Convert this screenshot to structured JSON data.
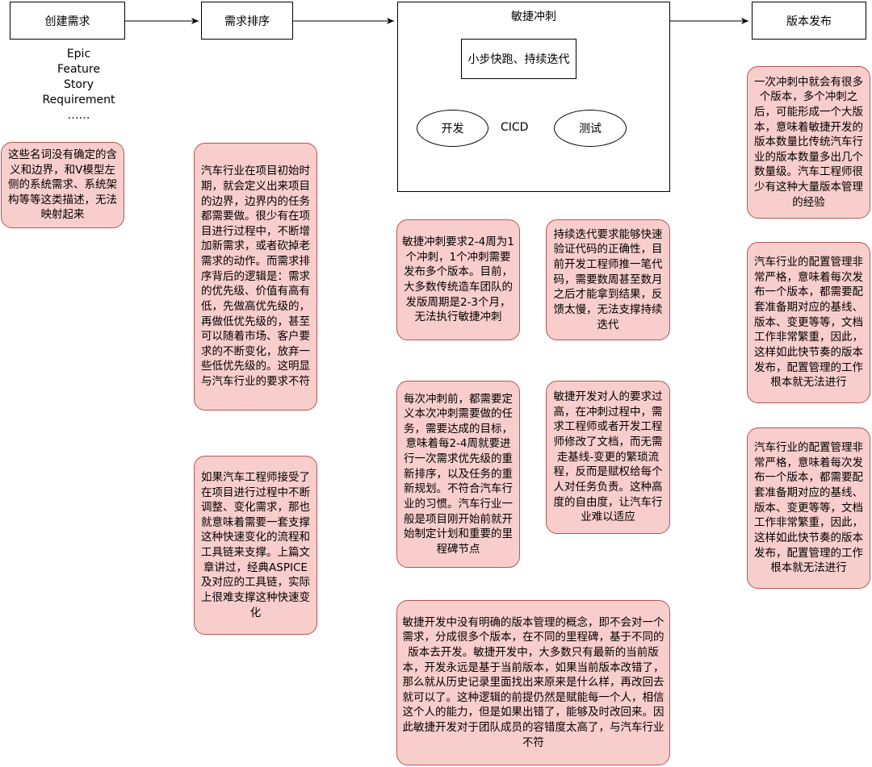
{
  "stages": {
    "create": "创建需求",
    "sort": "需求排序",
    "agile": "敏捷冲刺",
    "release": "版本发布"
  },
  "agile_inner": {
    "motto": "小步快跑、持续迭代",
    "dev": "开发",
    "cicd": "CICD",
    "test": "测试"
  },
  "terms": [
    "Epic",
    "Feature",
    "Story",
    "Requirement",
    "……"
  ],
  "notes": {
    "terms_note": "这些名词没有确定的含义和边界，和V模型左侧的系统需求、系统架构等等这类描述，无法映射起来",
    "sort_note_1": "汽车行业在项目初始时期，就会定义出来项目的边界，边界内的任务都需要做。很少有在项目进行过程中，不断增加新需求，或者砍掉老需求的动作。而需求排序背后的逻辑是：需求的优先级、价值有高有低，先做高优先级的，再做低优先级的，甚至可以随着市场、客户要求的不断变化，放弃一些低优先级的。这明显与汽车行业的要求不符",
    "sort_note_2": "如果汽车工程师接受了在项目进行过程中不断调整、变化需求，那也就意味着需要一套支撑这种快速变化的流程和工具链来支撑。上篇文章讲过，经典ASPICE及对应的工具链，实际上很难支撑这种快速变化",
    "agile_note_1": "敏捷冲刺要求2-4周为1个冲刺，1个冲刺需要发布多个版本。目前，大多数传统造车团队的发版周期是2-3个月，无法执行敏捷冲刺",
    "agile_note_2": "持续迭代要求能够快速验证代码的正确性，目前开发工程师推一笔代码，需要数周甚至数月之后才能拿到结果，反馈太慢，无法支撑持续迭代",
    "agile_note_3": "每次冲刺前，都需要定义本次冲刺需要做的任务，需要达成的目标，意味着每2-4周就要进行一次需求优先级的重新排序，以及任务的重新规划。不符合汽车行业的习惯。汽车行业一般是项目刚开始前就开始制定计划和重要的里程碑节点",
    "agile_note_4": "敏捷开发对人的要求过高，在冲刺过程中，需求工程师或者开发工程师修改了文档，而无需走基线-变更的繁琐流程，反而是赋权给每个人对任务负责。这种高度的自由度，让汽车行业难以适应",
    "agile_note_5": "敏捷开发中没有明确的版本管理的概念，即不会对一个需求，分成很多个版本，在不同的里程碑，基于不同的版本去开发。敏捷开发中，大多数只有最新的当前版本，开发永远是基于当前版本，如果当前版本改错了，那么就从历史记录里面找出来原来是什么样，再改回去就可以了。这种逻辑的前提仍然是赋能每一个人，相信这个人的能力，但是如果出错了，能够及时改回来。因此敏捷开发对于团队成员的容错度太高了，与汽车行业不符",
    "release_note_1": "一次冲刺中就会有很多个版本，多个冲刺之后，可能形成一个大版本，意味着敏捷开发的版本数量比传统汽车行业的版本数量多出几个数量级。汽车工程师很少有这种大量版本管理的经验",
    "release_note_2": "汽车行业的配置管理非常严格，意味着每次发布一个版本，都需要配套准备期对应的基线、版本、变更等等，文档工作非常繁重，因此，这样如此快节奏的版本发布，配置管理的工作根本就无法进行",
    "release_note_3": "汽车行业的配置管理非常严格，意味着每次发布一个版本，都需要配套准备期对应的基线、版本、变更等等，文档工作非常繁重，因此，这样如此快节奏的版本发布，配置管理的工作根本就无法进行"
  },
  "colors": {
    "note_fill": "#f8cecc",
    "note_border": "#b85450",
    "line": "#000000"
  }
}
